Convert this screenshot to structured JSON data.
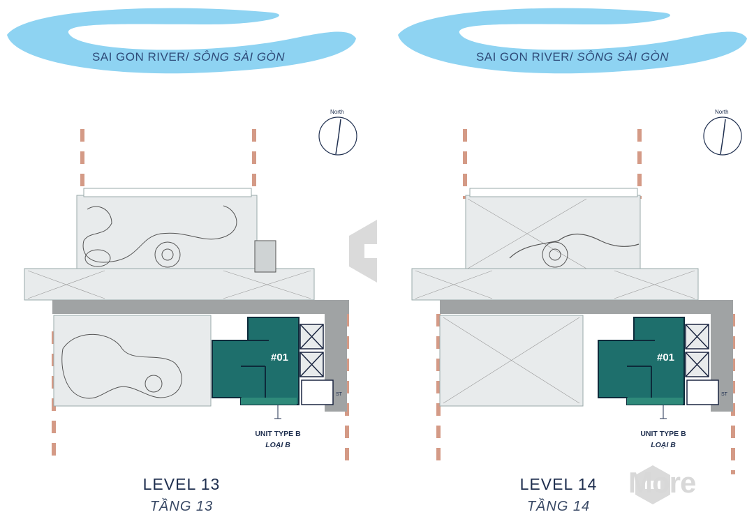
{
  "colors": {
    "river": "#8ed3f2",
    "floor": "#e8ebec",
    "unit": "#1e6f6c",
    "wall": "#1a2540",
    "boundary": "#d49a86",
    "corridor": "#a0a3a4"
  },
  "river": {
    "name": "SAI GON RIVER/",
    "name_vi": "SÔNG SÀI GÒN"
  },
  "compass": {
    "label": "North"
  },
  "panels": [
    {
      "level": "LEVEL 13",
      "level_vi": "TẦNG 13",
      "unit_number": "#01",
      "unit_type": "UNIT TYPE B",
      "unit_type_vi": "LOẠI B",
      "stair_label": "ST"
    },
    {
      "level": "LEVEL 14",
      "level_vi": "TẦNG 14",
      "unit_number": "#01",
      "unit_type": "UNIT TYPE B",
      "unit_type_vi": "LOẠI B",
      "stair_label": "ST"
    }
  ],
  "watermark": {
    "text": "More"
  }
}
